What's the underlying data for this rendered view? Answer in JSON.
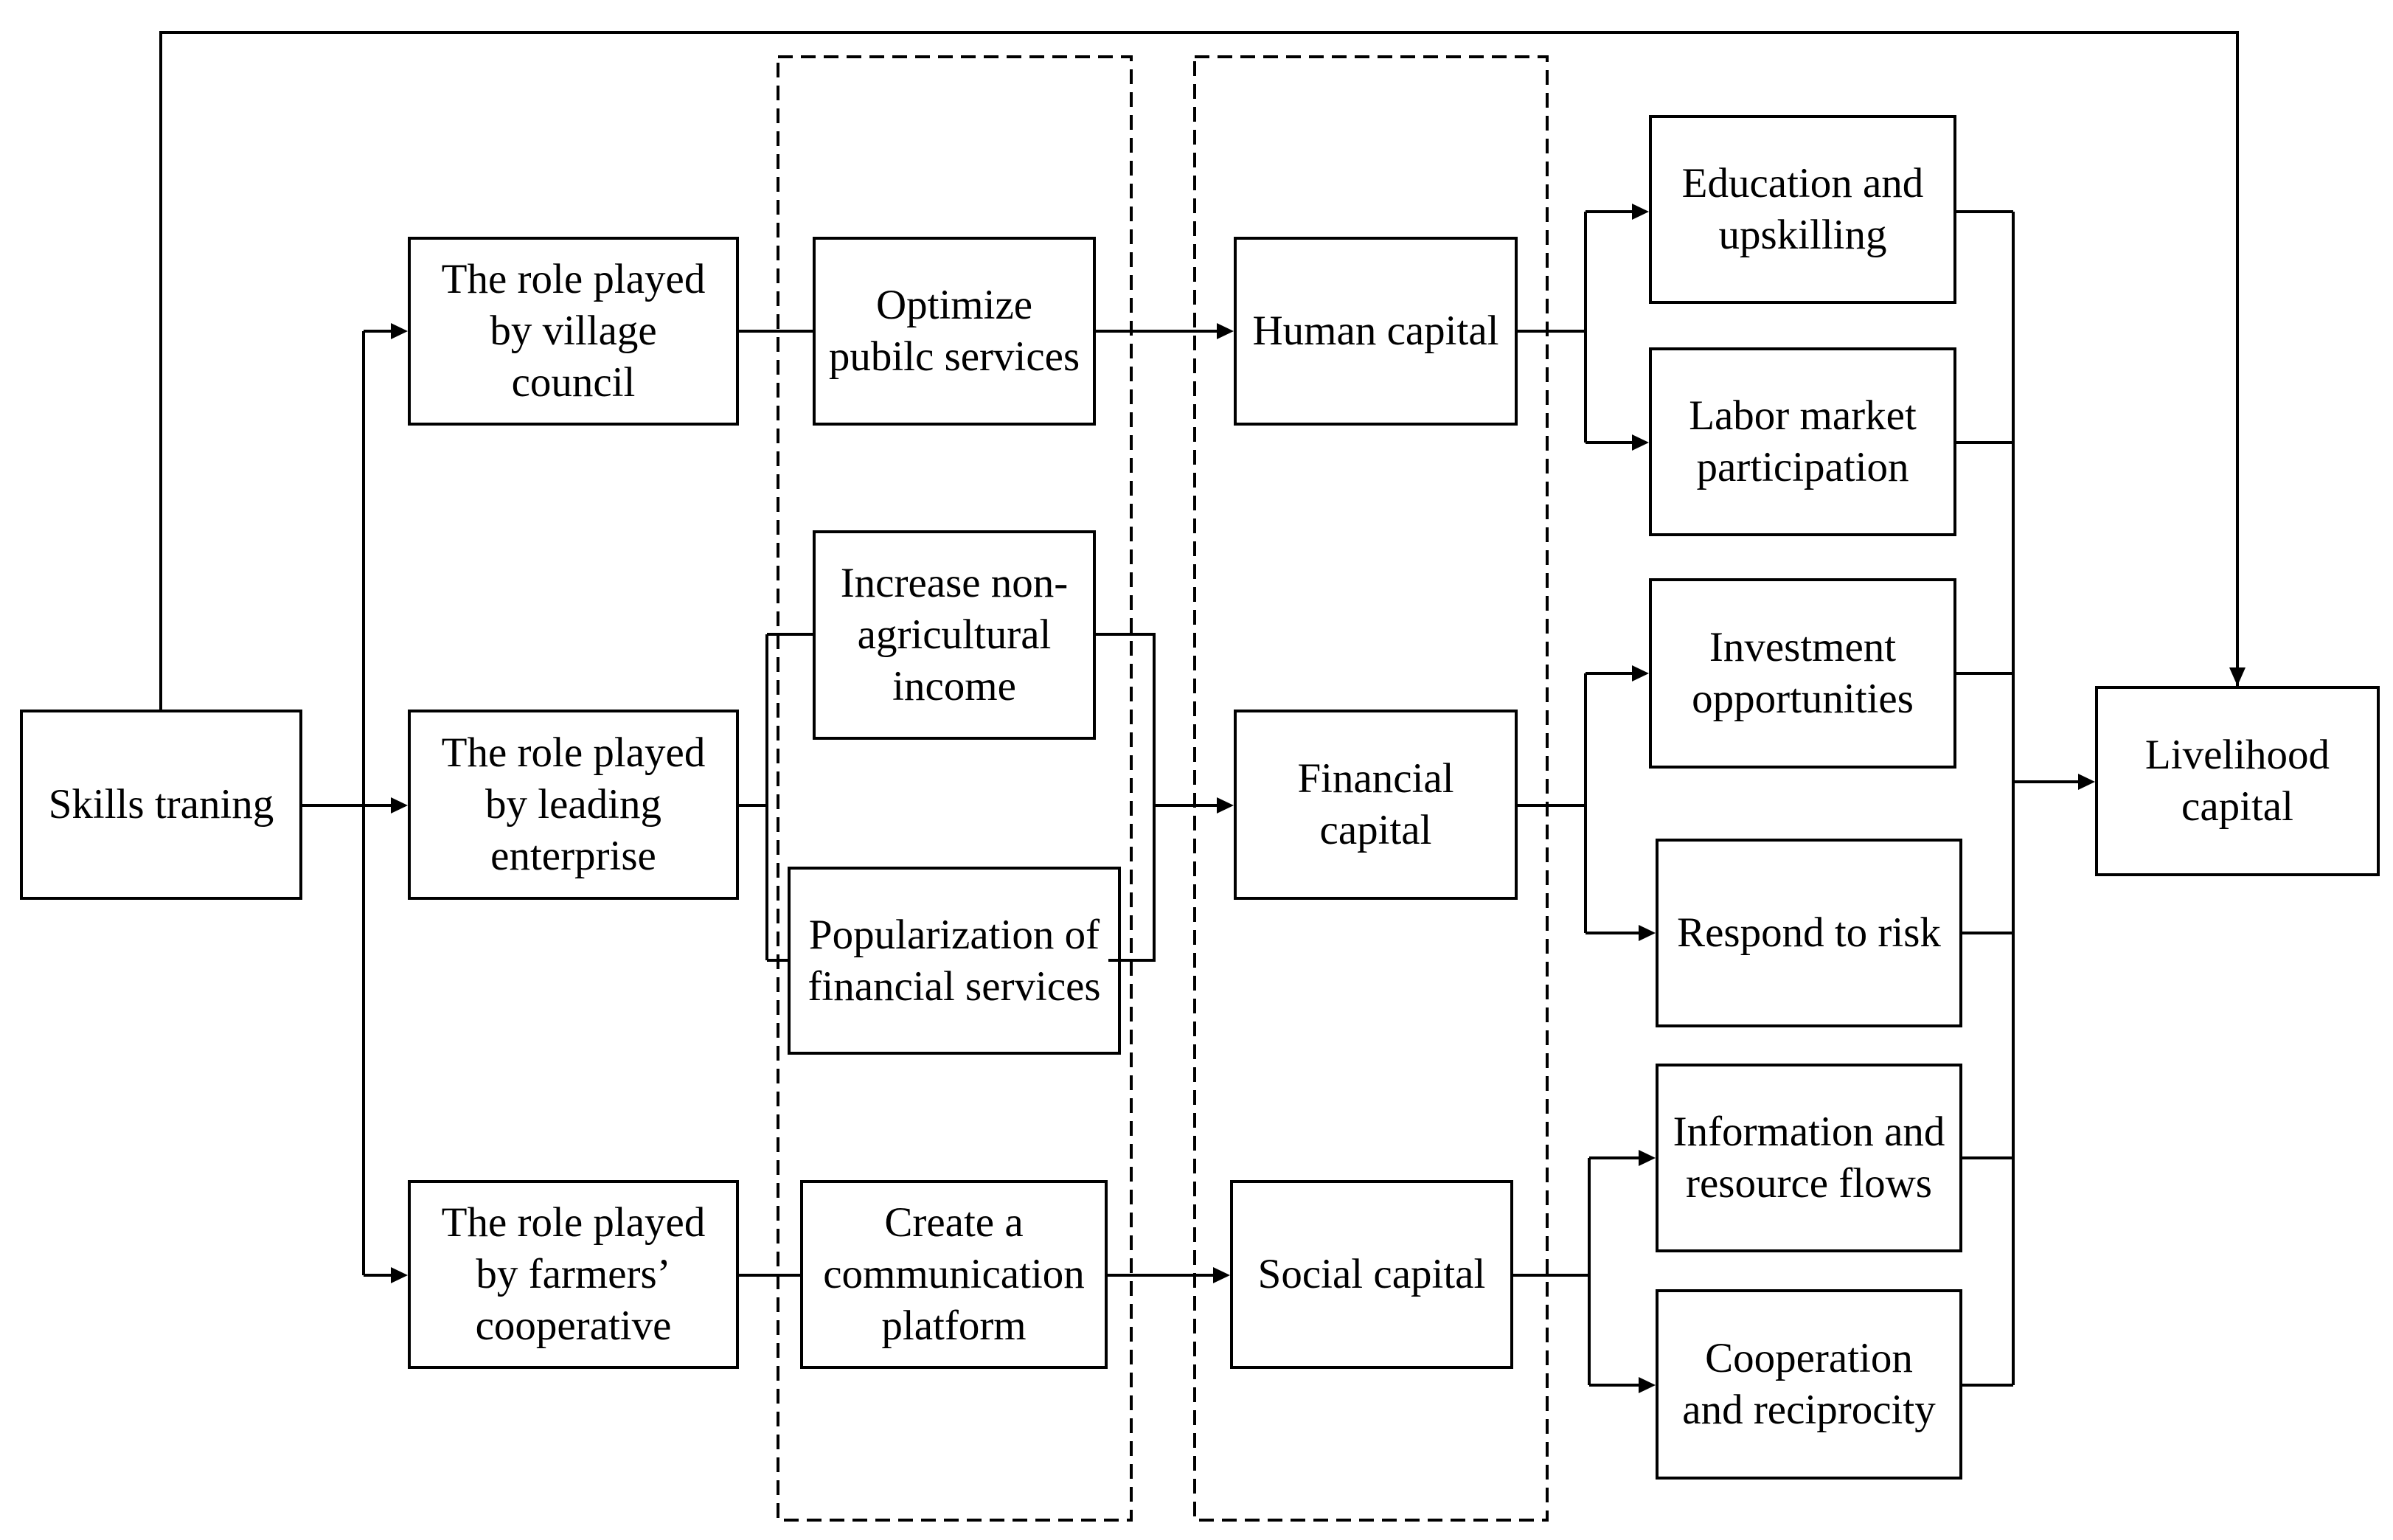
{
  "nodes": {
    "skills_training": {
      "lines": [
        "Skills traning"
      ]
    },
    "village_council": {
      "lines": [
        "The role played",
        "by village",
        "council"
      ]
    },
    "leading_enterprise": {
      "lines": [
        "The role played",
        "by leading",
        "enterprise"
      ]
    },
    "farmers_cooperative": {
      "lines": [
        "The role played",
        "by farmers’",
        "cooperative"
      ]
    },
    "optimize_public_services": {
      "lines": [
        "Optimize",
        "pubilc services"
      ]
    },
    "increase_income": {
      "lines": [
        "Increase non-",
        "agricultural",
        "income"
      ]
    },
    "financial_services": {
      "lines": [
        "Popularization of",
        "financial services"
      ]
    },
    "communication_platform": {
      "lines": [
        "Create a",
        "communication",
        "platform"
      ]
    },
    "human_capital": {
      "lines": [
        "Human capital"
      ]
    },
    "financial_capital": {
      "lines": [
        "Financial",
        "capital"
      ]
    },
    "social_capital": {
      "lines": [
        "Social capital"
      ]
    },
    "education_upskilling": {
      "lines": [
        "Education and",
        "upskilling"
      ]
    },
    "labor_market": {
      "lines": [
        "Labor market",
        "participation"
      ]
    },
    "investment_opportunities": {
      "lines": [
        "Investment",
        "opportunities"
      ]
    },
    "respond_to_risk": {
      "lines": [
        "Respond to risk"
      ]
    },
    "information_flows": {
      "lines": [
        "Information and",
        "resource flows"
      ]
    },
    "cooperation_reciprocity": {
      "lines": [
        "Cooperation",
        "and reciprocity"
      ]
    },
    "livelihood_capital": {
      "lines": [
        "Livelihood",
        "capital"
      ]
    }
  },
  "style": {
    "line_color": "#000000",
    "background": "#ffffff"
  }
}
